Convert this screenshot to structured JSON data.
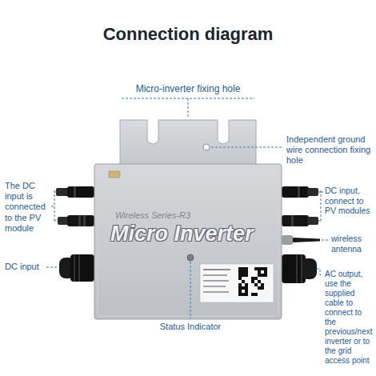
{
  "diagram": {
    "title": "Connection diagram",
    "nodes": [
      {
        "text": [
          "Wireless Series-R3",
          "Micro Inverter"
        ]
      }
    ],
    "labels": [
      "Micro-inverter fixing hole",
      "Independent ground wire connection fixing hole",
      "The DC input is connected to the PV module",
      "DC input",
      "DC input, connect to PV modules",
      "wireless antenna",
      "AC output, use the supplied cable to connect to the previous/next inverter or to the grid access point",
      "Status Indicator"
    ]
  }
}
